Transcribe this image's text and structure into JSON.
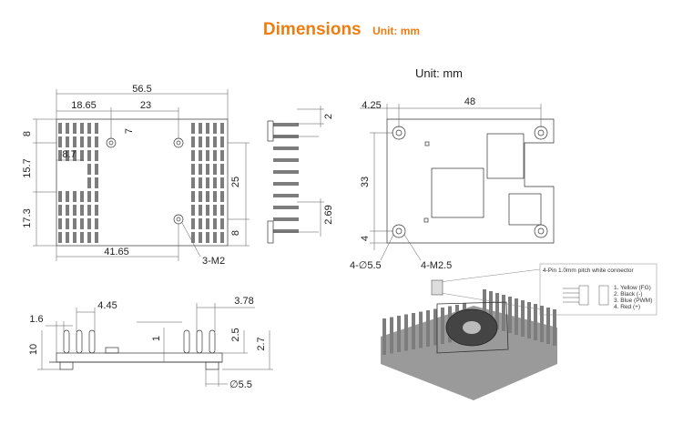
{
  "title": {
    "main": "Dimensions",
    "unit": "Unit: mm"
  },
  "unit_label": "Unit: mm",
  "top_view": {
    "overall_width": "56.5",
    "left_offset": "18.65",
    "hole_spacing": "23",
    "top_offset": "8",
    "hole_dy": "7",
    "notch_width": "8.7",
    "mid_height": "15.7",
    "low_height": "17.3",
    "right_height": "25",
    "right_bottom": "8",
    "bottom_width": "41.65",
    "screw_label": "3-M2"
  },
  "side_view": {
    "top_dim": "2",
    "bottom_dim": "2.69"
  },
  "board_view": {
    "left_offset": "4.25",
    "width": "48",
    "height": "33",
    "bottom_offset": "4",
    "hole_label": "4-∅5.5",
    "screw_label": "4-M2.5"
  },
  "front_view": {
    "left_dim": "1.6",
    "height": "10",
    "pitch_left": "4.45",
    "pitch_right": "3.78",
    "gap": "1",
    "fin_h": "2.5",
    "total_h": "2.7",
    "standoff": "∅5.5"
  },
  "connector": {
    "title": "4-Pin 1.0mm pitch white connector",
    "pins": [
      "1. Yellow (FG)",
      "2. Black (-)",
      "3. Blue (PWM)",
      "4. Red (+)"
    ]
  }
}
